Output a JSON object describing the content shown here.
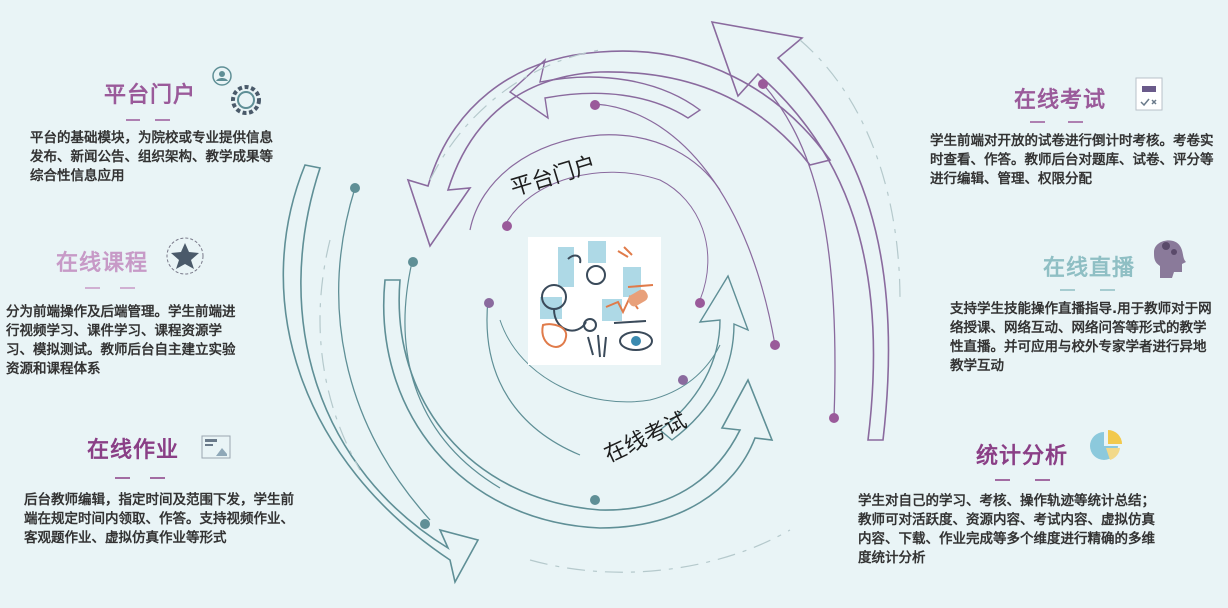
{
  "center": {
    "arc_label_top": "平台门户",
    "arc_label_bottom": "在线考试"
  },
  "modules": {
    "portal": {
      "title": "平台门户",
      "desc": "平台的基础模块，为院校或专业提供信息发布、新闻公告、组织架构、教学成果等综合性信息应用",
      "color": "#9a5a9a",
      "icon": "user-gear-icon"
    },
    "course": {
      "title": "在线课程",
      "desc": "分为前端操作及后端管理。学生前端进行视频学习、课件学习、课程资源学习、模拟测试。教师后台自主建立实验资源和课程体系",
      "color": "#c79ac7",
      "icon": "star-badge-icon"
    },
    "homework": {
      "title": "在线作业",
      "desc": "后台教师编辑，指定时间及范围下发，学生前端在规定时间内领取、作答。支持视频作业、客观题作业、虚拟仿真作业等形式",
      "color": "#8a3f86",
      "icon": "document-chart-icon"
    },
    "exam": {
      "title": "在线考试",
      "desc": "学生前端对开放的试卷进行倒计时考核。考卷实时查看、作答。教师后台对题库、试卷、评分等进行编辑、管理、权限分配",
      "color": "#9a5a9a",
      "icon": "exam-paper-icon"
    },
    "live": {
      "title": "在线直播",
      "desc": "支持学生技能操作直播指导.用于教师对于网络授课、网络互动、网络问答等形式的教学性直播。并可应用与校外专家学者进行异地教学互动",
      "color": "#8fbfc4",
      "icon": "head-gears-icon"
    },
    "stats": {
      "title": "统计分析",
      "desc": "学生对自己的学习、考核、操作轨迹等统计总结；教师可对活跃度、资源内容、考试内容、虚拟仿真内容、下载、作业完成等多个维度进行精确的多维度统计分析",
      "color": "#8a3f86",
      "icon": "pie-chart-icon"
    }
  },
  "colors": {
    "purple": "#8a6a9e",
    "teal": "#5f8f96",
    "dot_purple": "#9a5a9a",
    "dot_teal": "#5f8f96",
    "background": "#e9f4f6"
  }
}
